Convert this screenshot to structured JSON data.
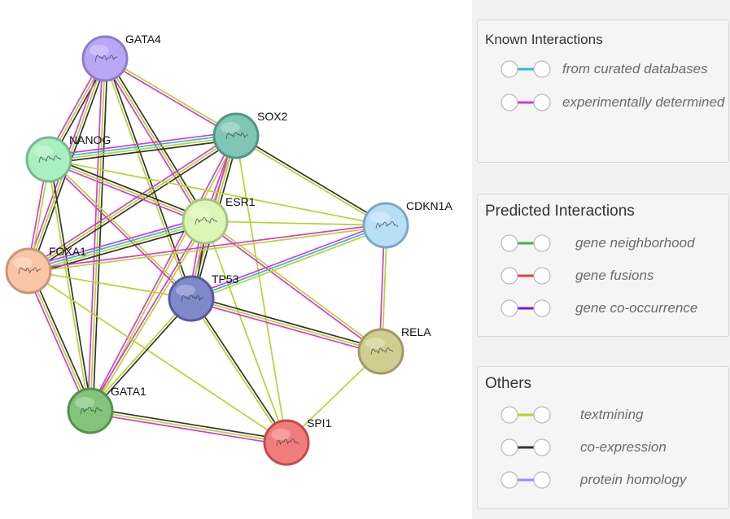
{
  "network": {
    "nodes": [
      {
        "id": "GATA4",
        "label": "GATA4",
        "color": "#b9a6f5",
        "stroke": "#8c7fc4"
      },
      {
        "id": "SOX2",
        "label": "SOX2",
        "color": "#7fc6b5",
        "stroke": "#4f9686"
      },
      {
        "id": "NANOG",
        "label": "NANOG",
        "color": "#a8f0c0",
        "stroke": "#77b88e"
      },
      {
        "id": "ESR1",
        "label": "ESR1",
        "color": "#dcf7b5",
        "stroke": "#a6c47e"
      },
      {
        "id": "CDKN1A",
        "label": "CDKN1A",
        "color": "#b9dff7",
        "stroke": "#7aa8c6"
      },
      {
        "id": "FOXA1",
        "label": "FOXA1",
        "color": "#f8c6a6",
        "stroke": "#c79477"
      },
      {
        "id": "TP53",
        "label": "TP53",
        "color": "#7f88c8",
        "stroke": "#545c9c"
      },
      {
        "id": "RELA",
        "label": "RELA",
        "color": "#d1cd91",
        "stroke": "#9f9b62"
      },
      {
        "id": "GATA1",
        "label": "GATA1",
        "color": "#82c47a",
        "stroke": "#539248"
      },
      {
        "id": "SPI1",
        "label": "SPI1",
        "color": "#f07c7c",
        "stroke": "#c04c4c"
      }
    ],
    "edges": [
      {
        "source": "GATA4",
        "target": "NANOG",
        "types": [
          "textmining",
          "coexpression",
          "experimental"
        ]
      },
      {
        "source": "GATA4",
        "target": "SOX2",
        "types": [
          "textmining",
          "experimental"
        ]
      },
      {
        "source": "GATA4",
        "target": "ESR1",
        "types": [
          "textmining",
          "coexpression",
          "experimental"
        ]
      },
      {
        "source": "GATA4",
        "target": "TP53",
        "types": [
          "textmining",
          "coexpression"
        ]
      },
      {
        "source": "GATA4",
        "target": "FOXA1",
        "types": [
          "textmining",
          "coexpression",
          "experimental"
        ]
      },
      {
        "source": "GATA4",
        "target": "GATA1",
        "types": [
          "textmining",
          "coexpression",
          "experimental"
        ]
      },
      {
        "source": "SOX2",
        "target": "NANOG",
        "types": [
          "textmining",
          "database",
          "experimental",
          "coexpression"
        ]
      },
      {
        "source": "SOX2",
        "target": "ESR1",
        "types": [
          "textmining",
          "experimental"
        ]
      },
      {
        "source": "SOX2",
        "target": "FOXA1",
        "types": [
          "textmining",
          "coexpression",
          "experimental"
        ]
      },
      {
        "source": "SOX2",
        "target": "TP53",
        "types": [
          "textmining",
          "coexpression",
          "experimental"
        ]
      },
      {
        "source": "SOX2",
        "target": "GATA1",
        "types": [
          "textmining",
          "experimental"
        ]
      },
      {
        "source": "SOX2",
        "target": "CDKN1A",
        "types": [
          "textmining",
          "coexpression"
        ]
      },
      {
        "source": "SOX2",
        "target": "SPI1",
        "types": [
          "textmining"
        ]
      },
      {
        "source": "NANOG",
        "target": "ESR1",
        "types": [
          "textmining",
          "coexpression",
          "experimental"
        ]
      },
      {
        "source": "NANOG",
        "target": "FOXA1",
        "types": [
          "textmining",
          "experimental"
        ]
      },
      {
        "source": "NANOG",
        "target": "TP53",
        "types": [
          "textmining",
          "experimental"
        ]
      },
      {
        "source": "NANOG",
        "target": "GATA1",
        "types": [
          "textmining",
          "coexpression"
        ]
      },
      {
        "source": "NANOG",
        "target": "CDKN1A",
        "types": [
          "textmining"
        ]
      },
      {
        "source": "ESR1",
        "target": "CDKN1A",
        "types": [
          "textmining"
        ]
      },
      {
        "source": "ESR1",
        "target": "FOXA1",
        "types": [
          "textmining",
          "database",
          "experimental",
          "coexpression"
        ]
      },
      {
        "source": "ESR1",
        "target": "TP53",
        "types": [
          "textmining",
          "coexpression",
          "experimental"
        ]
      },
      {
        "source": "ESR1",
        "target": "GATA1",
        "types": [
          "textmining",
          "experimental"
        ]
      },
      {
        "source": "ESR1",
        "target": "RELA",
        "types": [
          "textmining",
          "experimental"
        ]
      },
      {
        "source": "ESR1",
        "target": "SPI1",
        "types": [
          "textmining"
        ]
      },
      {
        "source": "CDKN1A",
        "target": "TP53",
        "types": [
          "textmining",
          "database",
          "experimental"
        ]
      },
      {
        "source": "CDKN1A",
        "target": "RELA",
        "types": [
          "textmining",
          "experimental"
        ]
      },
      {
        "source": "CDKN1A",
        "target": "FOXA1",
        "types": [
          "textmining",
          "experimental"
        ]
      },
      {
        "source": "FOXA1",
        "target": "TP53",
        "types": [
          "textmining"
        ]
      },
      {
        "source": "FOXA1",
        "target": "GATA1",
        "types": [
          "textmining",
          "coexpression",
          "experimental"
        ]
      },
      {
        "source": "FOXA1",
        "target": "SPI1",
        "types": [
          "textmining"
        ]
      },
      {
        "source": "TP53",
        "target": "RELA",
        "types": [
          "textmining",
          "coexpression",
          "experimental"
        ]
      },
      {
        "source": "TP53",
        "target": "SPI1",
        "types": [
          "textmining",
          "coexpression"
        ]
      },
      {
        "source": "TP53",
        "target": "GATA1",
        "types": [
          "textmining",
          "coexpression"
        ]
      },
      {
        "source": "RELA",
        "target": "SPI1",
        "types": [
          "textmining"
        ]
      },
      {
        "source": "GATA1",
        "target": "SPI1",
        "types": [
          "textmining",
          "coexpression",
          "experimental"
        ]
      }
    ]
  },
  "edge_colors": {
    "database": "#2ab8d8",
    "experimental": "#d63ad6",
    "neighborhood": "#3bb73b",
    "fusion": "#e63b3b",
    "cooccurrence": "#6a1fd6",
    "textmining": "#b6d42e",
    "coexpression": "#333333",
    "homology": "#9c8cf0"
  },
  "legend": {
    "known": {
      "title": "Known Interactions",
      "items": [
        {
          "label": "from curated databases",
          "color": "#2ab8d8"
        },
        {
          "label": "experimentally determined",
          "color": "#d63ad6"
        }
      ]
    },
    "predicted": {
      "title": "Predicted Interactions",
      "items": [
        {
          "label": "gene neighborhood",
          "color": "#3bb73b"
        },
        {
          "label": "gene fusions",
          "color": "#e63b3b"
        },
        {
          "label": "gene co-occurrence",
          "color": "#6a1fd6"
        }
      ]
    },
    "others": {
      "title": "Others",
      "items": [
        {
          "label": "textmining",
          "color": "#b6d42e"
        },
        {
          "label": "co-expression",
          "color": "#333333"
        },
        {
          "label": "protein homology",
          "color": "#9c8cf0"
        }
      ]
    }
  }
}
